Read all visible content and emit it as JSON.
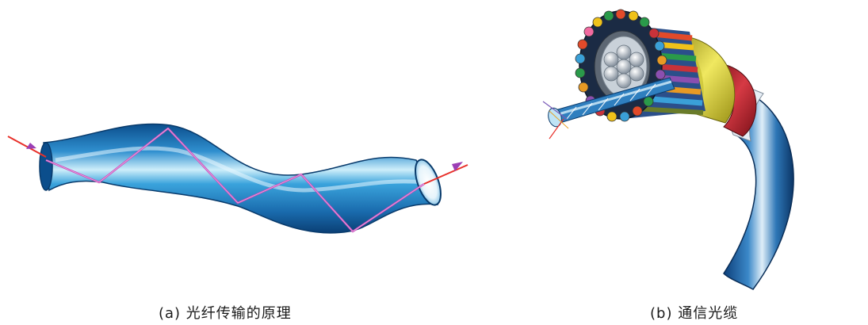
{
  "figures": [
    {
      "id": "a",
      "caption": "(a) 光纤传输的原理",
      "illustration": "optical-fiber-total-internal-reflection",
      "colors": {
        "fiber_dark": "#0a4a86",
        "fiber_light": "#bfeaf8",
        "light_path": "#c94ab9",
        "incident_ray": "#e8302a",
        "arrow": "#9b3fb5"
      }
    },
    {
      "id": "b",
      "caption": "(b) 通信光缆",
      "illustration": "communication-optical-cable-cutaway",
      "colors": {
        "jacket_blue": "#1c5aa0",
        "armor_red": "#b0202a",
        "tape_yellow": "#d9cf3a",
        "sheath_gray": "#9aa3ad"
      }
    }
  ]
}
